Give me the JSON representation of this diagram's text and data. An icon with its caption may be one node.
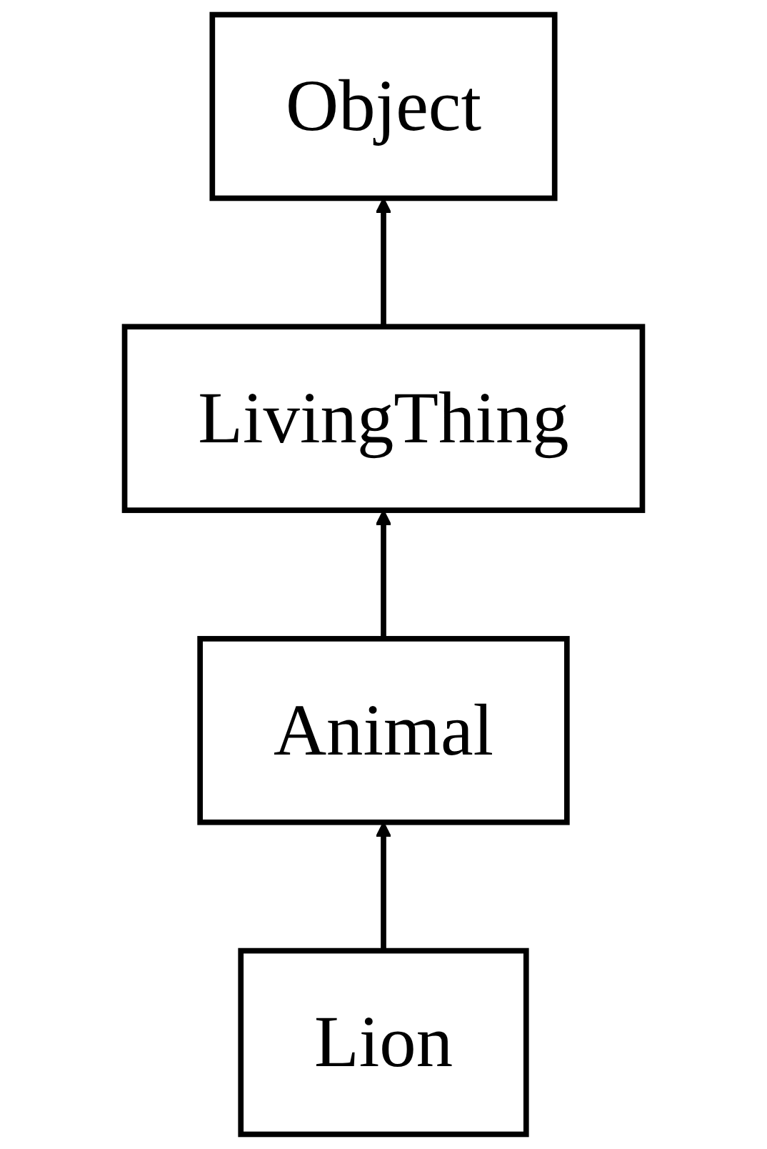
{
  "diagram": {
    "nodes": [
      {
        "text": [
          "Object"
        ]
      },
      {
        "text": [
          "LivingThing"
        ]
      },
      {
        "text": [
          "Animal"
        ]
      },
      {
        "text": [
          "Lion"
        ]
      }
    ],
    "edges": [
      {
        "from": 1,
        "to": 0,
        "arrow": "to"
      },
      {
        "from": 2,
        "to": 1,
        "arrow": "to"
      },
      {
        "from": 3,
        "to": 2,
        "arrow": "to"
      }
    ]
  }
}
